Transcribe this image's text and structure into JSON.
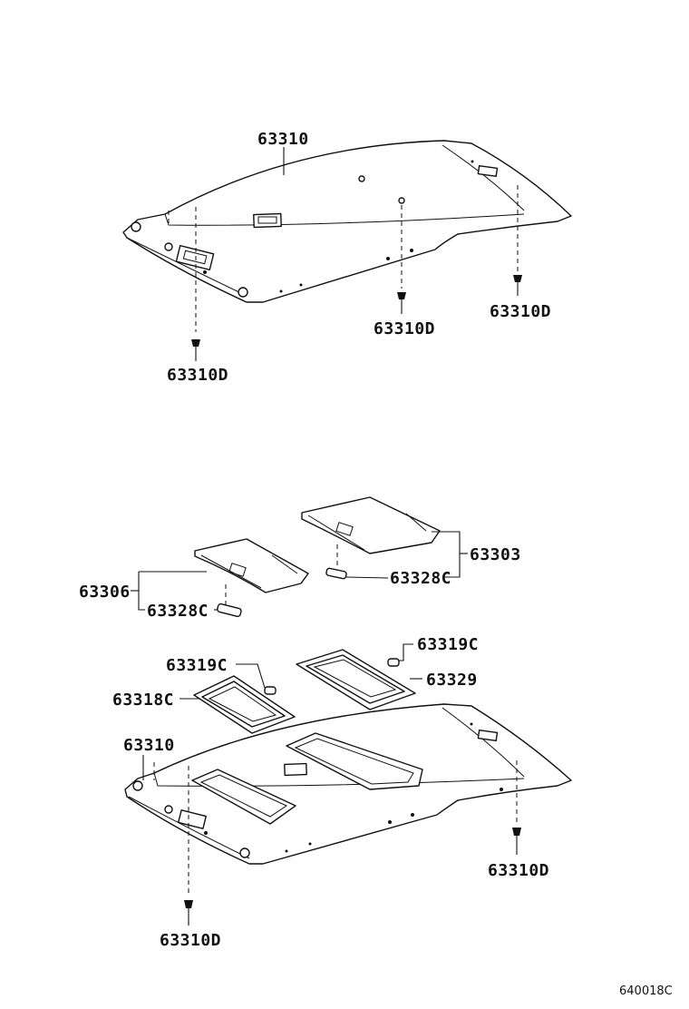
{
  "diagram": {
    "reference_code": "640018C",
    "callouts": {
      "top_headliner": "63310",
      "top_clip_left": "63310D",
      "top_clip_middle": "63310D",
      "top_clip_right": "63310D",
      "visor_rear_assy": "63303",
      "visor_rear_holder": "63328C",
      "visor_front_assy": "63306",
      "visor_front_holder": "63328C",
      "front_frame_clip": "63319C",
      "rear_frame_clip": "63319C",
      "rear_frame": "63329",
      "front_frame": "63318C",
      "bottom_headliner": "63310",
      "bottom_clip_right": "63310D",
      "bottom_clip_left": "63310D"
    }
  }
}
